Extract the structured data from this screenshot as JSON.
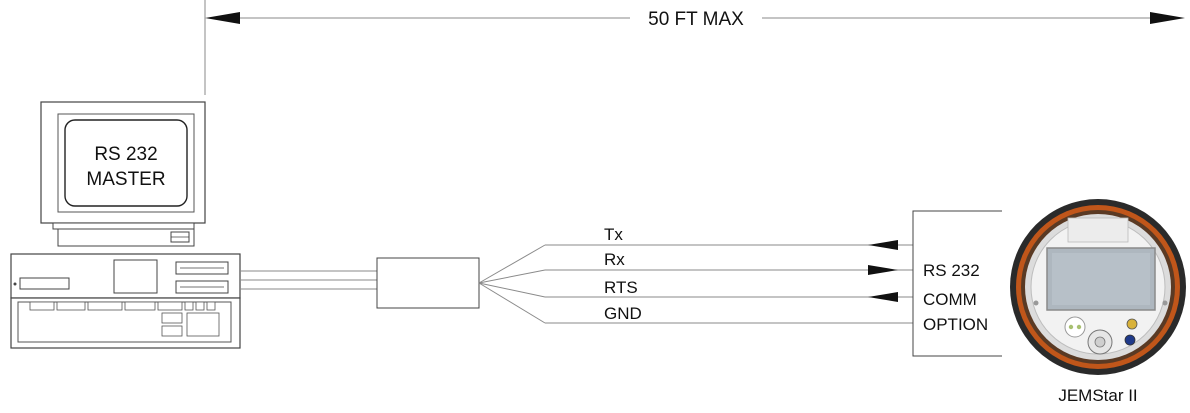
{
  "dimension": {
    "label": "50 FT MAX"
  },
  "computer": {
    "screen_line1": "RS 232",
    "screen_line2": "MASTER"
  },
  "signals": [
    {
      "name": "Tx",
      "direction": "to-master"
    },
    {
      "name": "Rx",
      "direction": "to-meter"
    },
    {
      "name": "RTS",
      "direction": "to-master"
    },
    {
      "name": "GND",
      "direction": "none"
    }
  ],
  "comm_option": {
    "line1": "RS 232",
    "line2": "COMM",
    "line3": "OPTION"
  },
  "meter": {
    "label": "JEMStar II"
  },
  "colors": {
    "line": "#8a8a8a",
    "ink": "#111111",
    "meter_ring": "#c0561a",
    "display": "#aeb7bf"
  }
}
